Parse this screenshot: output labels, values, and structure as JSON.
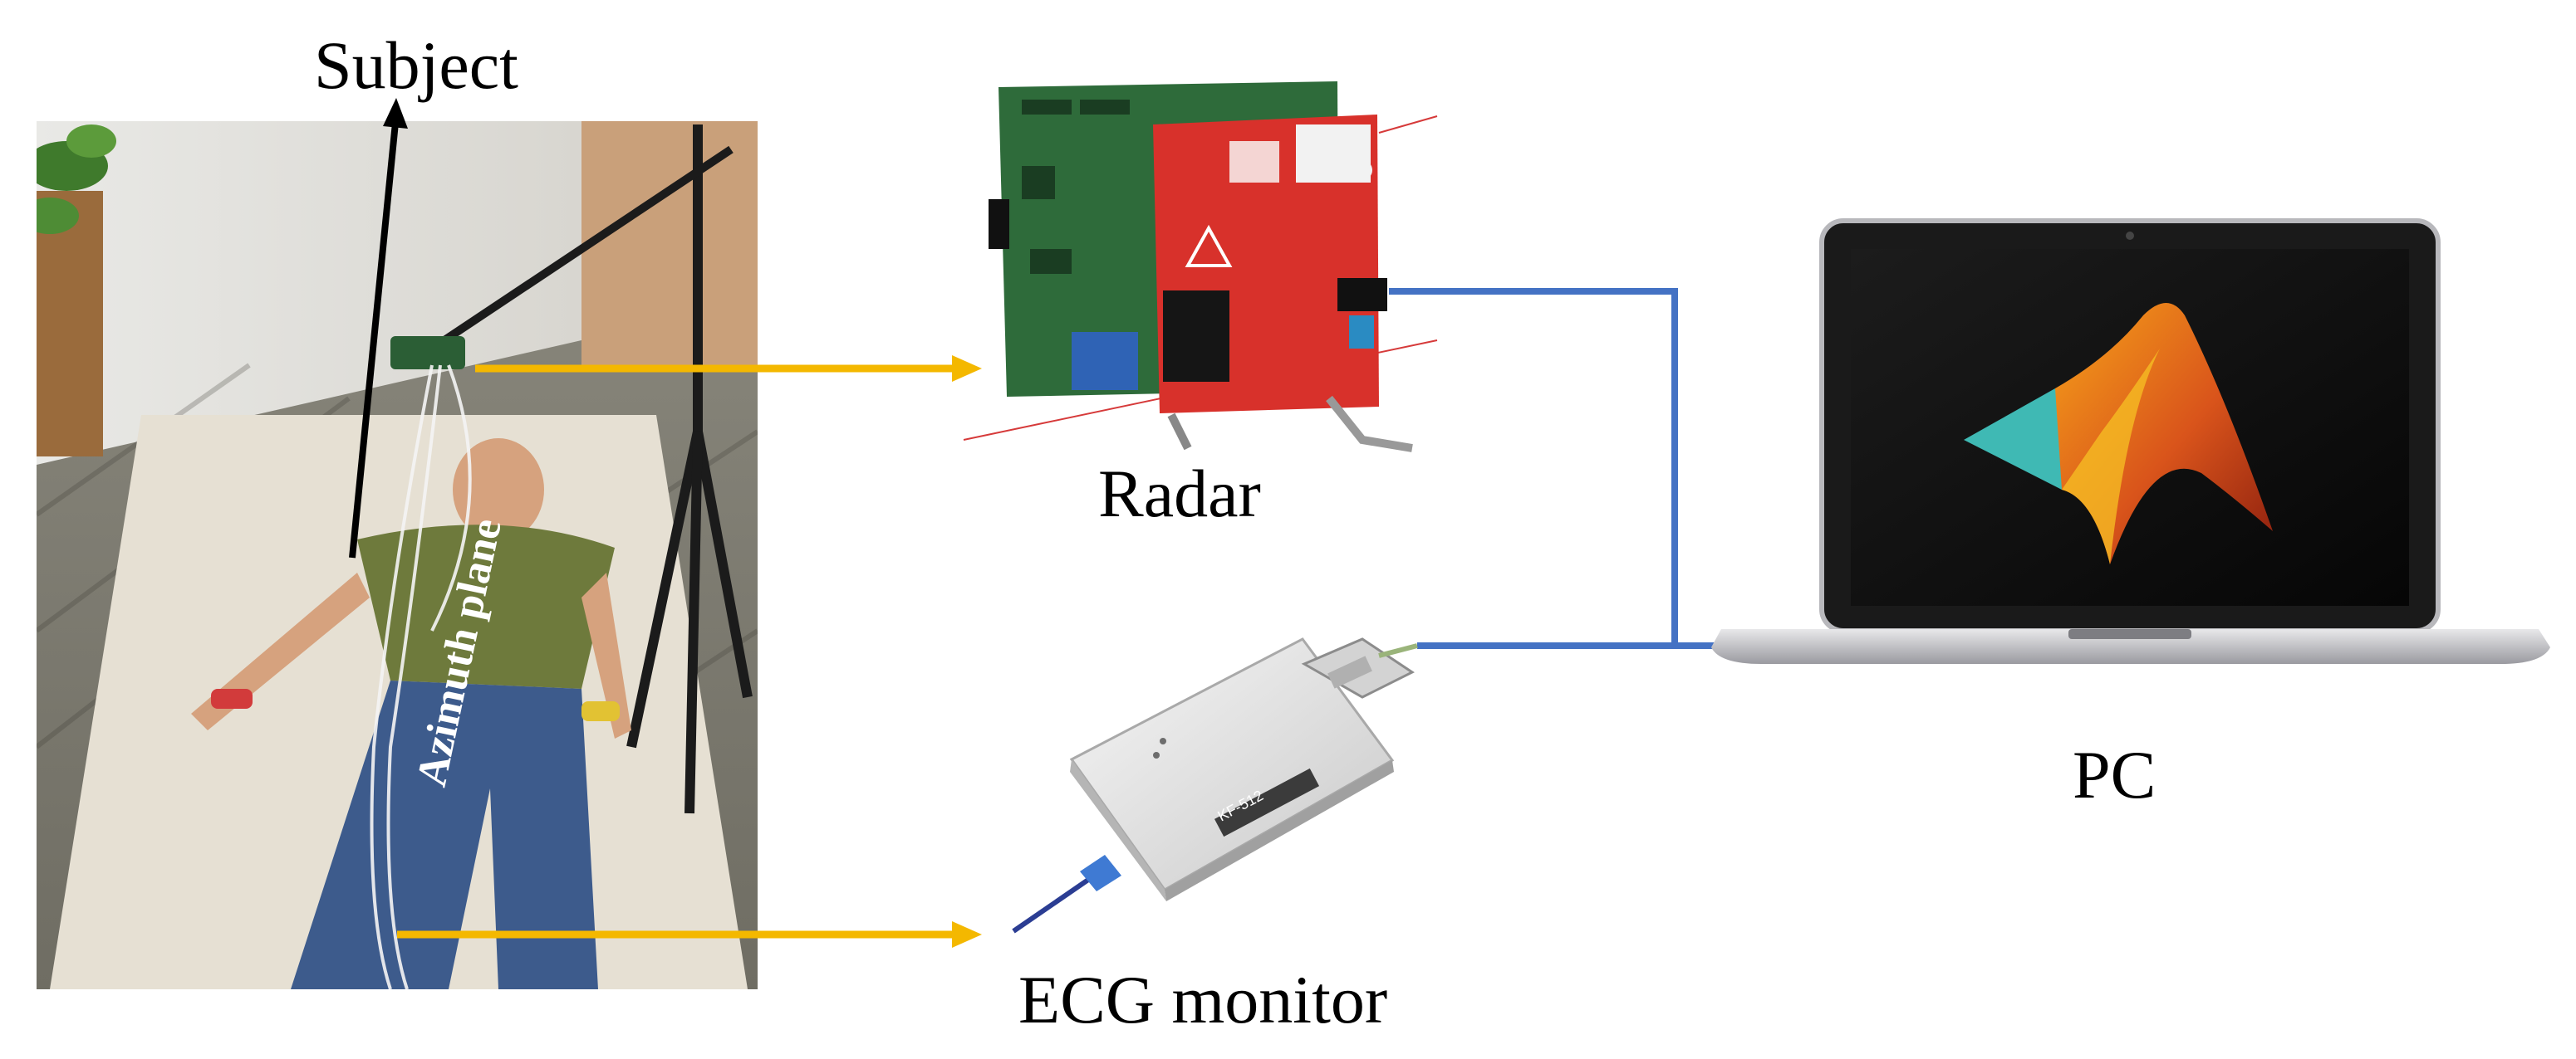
{
  "labels": {
    "subject": "Subject",
    "radar": "Radar",
    "pc": "PC",
    "ecg": "ECG monitor",
    "azimuth_plane": "Azimuth plane",
    "ecg_device_model": "KF-512"
  },
  "colors": {
    "signal_arrow": "#F4B800",
    "data_cable": "#4472C4",
    "subject_arrow": "#000000",
    "radar_board_red": "#D8312B",
    "radar_board_green": "#2E6B3A",
    "laptop_screen": "#121212",
    "matlab_orange": "#E8741E",
    "matlab_teal": "#3FB9B4"
  },
  "icons": {
    "radar": "radar-board-icon",
    "pc": "laptop-matlab-icon",
    "ecg": "ecg-device-icon",
    "subject": "subject-photo"
  }
}
